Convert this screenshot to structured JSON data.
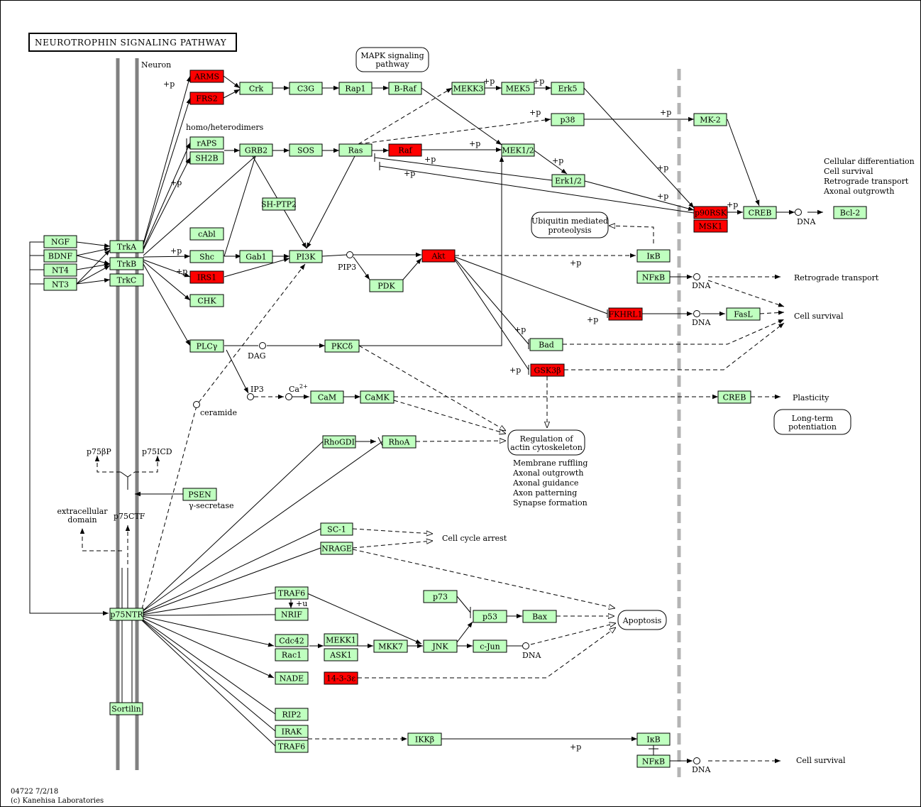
{
  "title": "NEUROTROPHIN SIGNALING PATHWAY",
  "footer": {
    "line1": "04722 7/2/18",
    "line2": "(c) Kanehisa Laboratories"
  },
  "colors": {
    "expressed": "#ff0000",
    "gene": "#bfffbf",
    "membrane": "#808080",
    "nucleus_membrane": "#b4b4b4"
  },
  "labels": {
    "neuron": "Neuron",
    "homo": "homo/heterodimers",
    "pip3": "PIP3",
    "dag": "DAG",
    "ip3": "IP3",
    "ca": "Ca",
    "ca_sup": "2+",
    "ceramide": "ceramide",
    "gamma_secretase": "γ-secretase",
    "p75bp": "p75βP",
    "p75icd": "p75ICD",
    "p75ctf": "p75CTF",
    "ecd1": "extracellular",
    "ecd2": "domain",
    "plus_p": "+p",
    "plus_u": "+u",
    "dna": "DNA",
    "cellular_diff": [
      "Cellular differentiation",
      "Cell survival",
      "Retrograde transport",
      "Axonal outgrowth"
    ],
    "retrograde": "Retrograde transport",
    "cell_survival": "Cell survival",
    "plasticity": "Plasticity",
    "cell_cycle_arrest": "Cell cycle arrest",
    "actin_effects": [
      "Membrane ruffling",
      "Axonal outgrowth",
      "Axonal guidance",
      "Axon patterning",
      "Synapse formation"
    ]
  },
  "maps": {
    "mapk": [
      "MAPK signaling",
      "pathway"
    ],
    "ubiquitin": [
      "Ubiquitin mediated",
      "proteolysis"
    ],
    "actin": [
      "Regulation of",
      "actin cytoskeleton"
    ],
    "apoptosis": [
      "Apoptosis"
    ],
    "ltp": [
      "Long-term",
      "potentiation"
    ]
  },
  "genes": [
    {
      "id": "NGF",
      "label": "NGF",
      "state": "gene"
    },
    {
      "id": "BDNF",
      "label": "BDNF",
      "state": "gene"
    },
    {
      "id": "NT4",
      "label": "NT4",
      "state": "gene"
    },
    {
      "id": "NT3",
      "label": "NT3",
      "state": "gene"
    },
    {
      "id": "TrkA",
      "label": "TrkA",
      "state": "gene"
    },
    {
      "id": "TrkB",
      "label": "TrkB",
      "state": "gene"
    },
    {
      "id": "TrkC",
      "label": "TrkC",
      "state": "gene"
    },
    {
      "id": "p75NTR",
      "label": "p75NTR",
      "state": "gene"
    },
    {
      "id": "Sortilin",
      "label": "Sortilin",
      "state": "gene"
    },
    {
      "id": "PSEN",
      "label": "PSEN",
      "state": "gene"
    },
    {
      "id": "ARMS",
      "label": "ARMS",
      "state": "expressed"
    },
    {
      "id": "FRS2",
      "label": "FRS2",
      "state": "expressed"
    },
    {
      "id": "Crk",
      "label": "Crk",
      "state": "gene"
    },
    {
      "id": "C3G",
      "label": "C3G",
      "state": "gene"
    },
    {
      "id": "Rap1",
      "label": "Rap1",
      "state": "gene"
    },
    {
      "id": "B-Raf",
      "label": "B-Raf",
      "state": "gene"
    },
    {
      "id": "MEKK3",
      "label": "MEKK3",
      "state": "gene"
    },
    {
      "id": "MEK5",
      "label": "MEK5",
      "state": "gene"
    },
    {
      "id": "Erk5",
      "label": "Erk5",
      "state": "gene"
    },
    {
      "id": "rAPS",
      "label": "rAPS",
      "state": "gene"
    },
    {
      "id": "SH2B",
      "label": "SH2B",
      "state": "gene"
    },
    {
      "id": "GRB2",
      "label": "GRB2",
      "state": "gene"
    },
    {
      "id": "SOS",
      "label": "SOS",
      "state": "gene"
    },
    {
      "id": "Ras",
      "label": "Ras",
      "state": "gene"
    },
    {
      "id": "Raf",
      "label": "Raf",
      "state": "expressed"
    },
    {
      "id": "MEK1/2",
      "label": "MEK1/2",
      "state": "gene"
    },
    {
      "id": "p38",
      "label": "p38",
      "state": "gene"
    },
    {
      "id": "MK-2",
      "label": "MK-2",
      "state": "gene"
    },
    {
      "id": "Erk1/2",
      "label": "Erk1/2",
      "state": "gene"
    },
    {
      "id": "p90RSK",
      "label": "p90RSK",
      "state": "expressed"
    },
    {
      "id": "MSK1",
      "label": "MSK1",
      "state": "expressed"
    },
    {
      "id": "CREB1",
      "label": "CREB",
      "state": "gene"
    },
    {
      "id": "Bcl-2",
      "label": "Bcl-2",
      "state": "gene"
    },
    {
      "id": "SH-PTP2",
      "label": "SH-PTP2",
      "state": "gene"
    },
    {
      "id": "cAbl",
      "label": "cAbl",
      "state": "gene"
    },
    {
      "id": "Shc",
      "label": "Shc",
      "state": "gene"
    },
    {
      "id": "Gab1",
      "label": "Gab1",
      "state": "gene"
    },
    {
      "id": "PI3K",
      "label": "PI3K",
      "state": "gene"
    },
    {
      "id": "Akt",
      "label": "Akt",
      "state": "expressed"
    },
    {
      "id": "PDK",
      "label": "PDK",
      "state": "gene"
    },
    {
      "id": "IRS1",
      "label": "IRS1",
      "state": "expressed"
    },
    {
      "id": "CHK",
      "label": "CHK",
      "state": "gene"
    },
    {
      "id": "IkB1",
      "label": "IκB",
      "state": "gene"
    },
    {
      "id": "NFkB1",
      "label": "NFκB",
      "state": "gene"
    },
    {
      "id": "FKHRL1",
      "label": "FKHRL1",
      "state": "expressed"
    },
    {
      "id": "FasL",
      "label": "FasL",
      "state": "gene"
    },
    {
      "id": "Bad",
      "label": "Bad",
      "state": "gene"
    },
    {
      "id": "GSK3b",
      "label": "GSK3β",
      "state": "expressed"
    },
    {
      "id": "PLCy",
      "label": "PLCγ",
      "state": "gene"
    },
    {
      "id": "PKCd",
      "label": "PKCδ",
      "state": "gene"
    },
    {
      "id": "CaM",
      "label": "CaM",
      "state": "gene"
    },
    {
      "id": "CaMK",
      "label": "CaMK",
      "state": "gene"
    },
    {
      "id": "CREB2",
      "label": "CREB",
      "state": "gene"
    },
    {
      "id": "RhoGDI",
      "label": "RhoGDI",
      "state": "gene"
    },
    {
      "id": "RhoA",
      "label": "RhoA",
      "state": "gene"
    },
    {
      "id": "SC-1",
      "label": "SC-1",
      "state": "gene"
    },
    {
      "id": "NRAGE",
      "label": "NRAGE",
      "state": "gene"
    },
    {
      "id": "TRAF6a",
      "label": "TRAF6",
      "state": "gene"
    },
    {
      "id": "NRIF",
      "label": "NRIF",
      "state": "gene"
    },
    {
      "id": "p73",
      "label": "p73",
      "state": "gene"
    },
    {
      "id": "p53",
      "label": "p53",
      "state": "gene"
    },
    {
      "id": "Bax",
      "label": "Bax",
      "state": "gene"
    },
    {
      "id": "Cdc42",
      "label": "Cdc42",
      "state": "gene"
    },
    {
      "id": "Rac1",
      "label": "Rac1",
      "state": "gene"
    },
    {
      "id": "MEKK1",
      "label": "MEKK1",
      "state": "gene"
    },
    {
      "id": "ASK1",
      "label": "ASK1",
      "state": "gene"
    },
    {
      "id": "MKK7",
      "label": "MKK7",
      "state": "gene"
    },
    {
      "id": "JNK",
      "label": "JNK",
      "state": "gene"
    },
    {
      "id": "c-Jun",
      "label": "c-Jun",
      "state": "gene"
    },
    {
      "id": "NADE",
      "label": "NADE",
      "state": "gene"
    },
    {
      "id": "14-3-3e",
      "label": "14-3-3ε",
      "state": "expressed"
    },
    {
      "id": "RIP2",
      "label": "RIP2",
      "state": "gene"
    },
    {
      "id": "IRAK",
      "label": "IRAK",
      "state": "gene"
    },
    {
      "id": "TRAF6b",
      "label": "TRAF6",
      "state": "gene"
    },
    {
      "id": "IKKb",
      "label": "IKKβ",
      "state": "gene"
    },
    {
      "id": "IkB2",
      "label": "IκB",
      "state": "gene"
    },
    {
      "id": "NFkB2",
      "label": "NFκB",
      "state": "gene"
    }
  ]
}
